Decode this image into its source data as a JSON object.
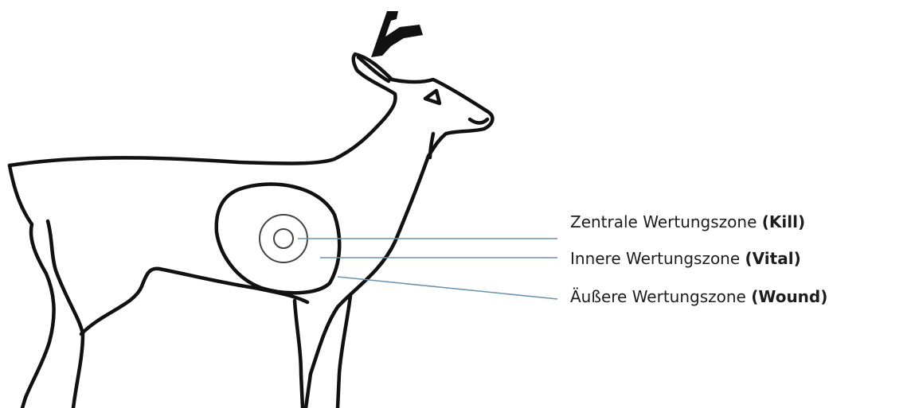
{
  "colors": {
    "outline": "#111111",
    "leader_line": "#6a93b0",
    "label_text": "#1d1d1d"
  },
  "zones": [
    {
      "name": "Zentrale Wertungszone",
      "tag": "Kill"
    },
    {
      "name": "Innere Wertungszone",
      "tag": "Vital"
    },
    {
      "name": "Äußere Wertungszone",
      "tag": "Wound"
    }
  ]
}
